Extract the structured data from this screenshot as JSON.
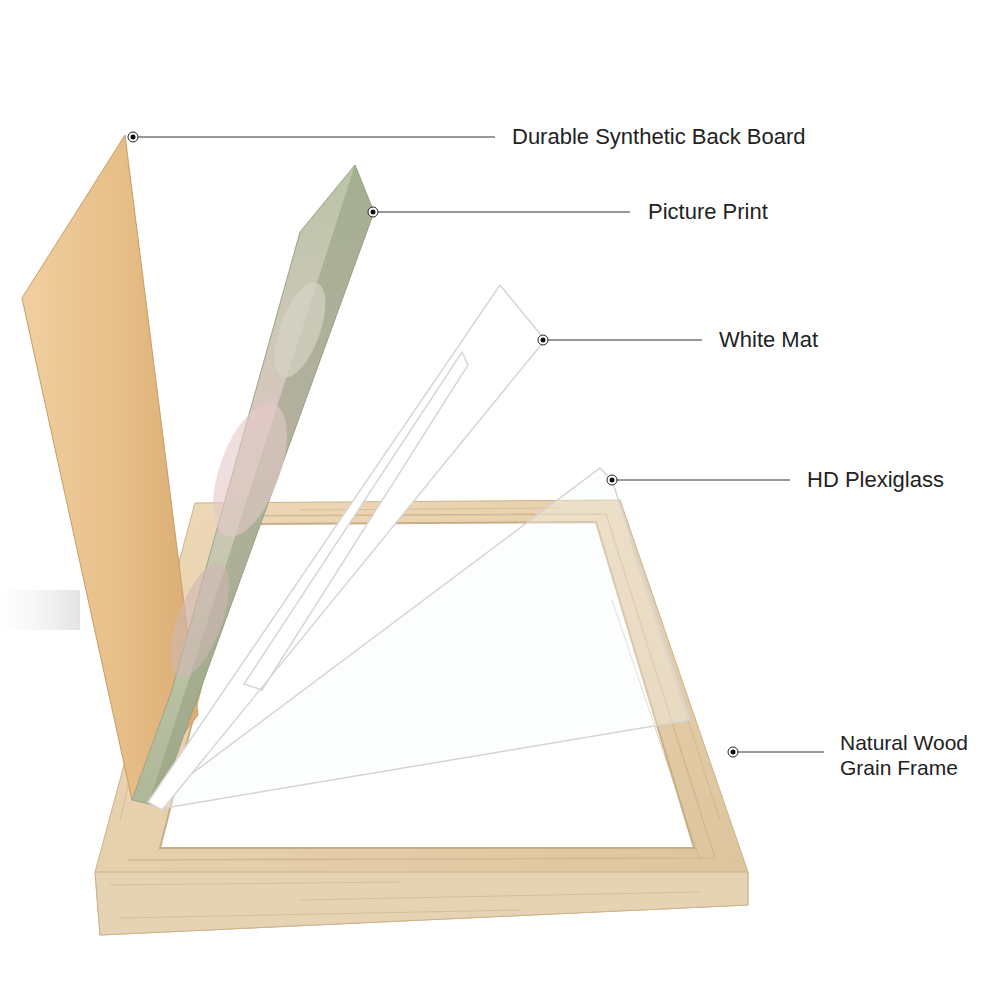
{
  "diagram": {
    "labels": [
      "Durable Synthetic Back Board",
      "Picture Print",
      "White Mat",
      "HD Plexiglass",
      "Natural Wood Grain Frame"
    ]
  }
}
